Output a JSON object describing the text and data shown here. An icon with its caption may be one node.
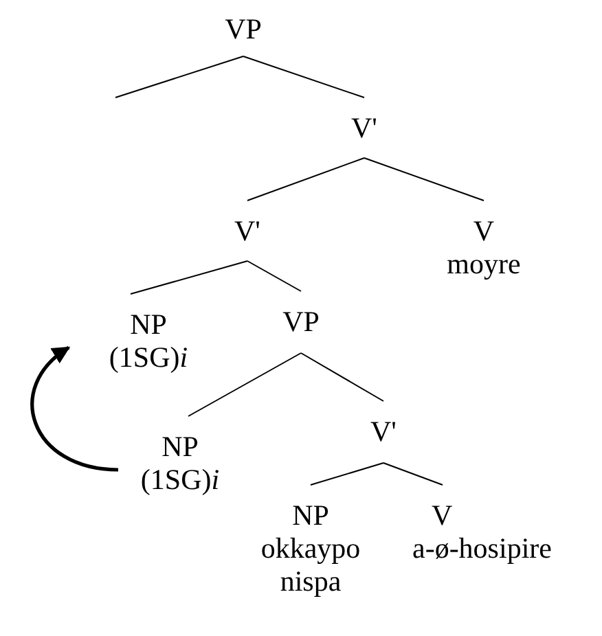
{
  "diagram": {
    "nodes": [
      {
        "text": [
          "VP"
        ]
      },
      {
        "text": [
          "V'"
        ]
      },
      {
        "text": [
          "V'"
        ]
      },
      {
        "text": [
          "V",
          "moyre"
        ]
      },
      {
        "text": [
          "NP",
          "(1SG)*i*"
        ]
      },
      {
        "text": [
          "VP"
        ]
      },
      {
        "text": [
          "NP",
          "(1SG)*i*"
        ]
      },
      {
        "text": [
          "V'"
        ]
      },
      {
        "text": [
          "NP",
          "okkaypo nispa"
        ]
      },
      {
        "text": [
          "V",
          "a-ø-hosipire"
        ]
      }
    ],
    "edges": [
      {
        "from": 0,
        "to": null,
        "arrow": "none"
      },
      {
        "from": 0,
        "to": 1,
        "arrow": "none"
      },
      {
        "from": 1,
        "to": 2,
        "arrow": "none"
      },
      {
        "from": 1,
        "to": 3,
        "arrow": "none"
      },
      {
        "from": 2,
        "to": 4,
        "arrow": "none"
      },
      {
        "from": 2,
        "to": 5,
        "arrow": "none"
      },
      {
        "from": 5,
        "to": 6,
        "arrow": "none"
      },
      {
        "from": 5,
        "to": 7,
        "arrow": "none"
      },
      {
        "from": 7,
        "to": 8,
        "arrow": "none"
      },
      {
        "from": 7,
        "to": 9,
        "arrow": "none"
      },
      {
        "from": 6,
        "to": 4,
        "arrow": "to",
        "style": "thick"
      }
    ]
  }
}
